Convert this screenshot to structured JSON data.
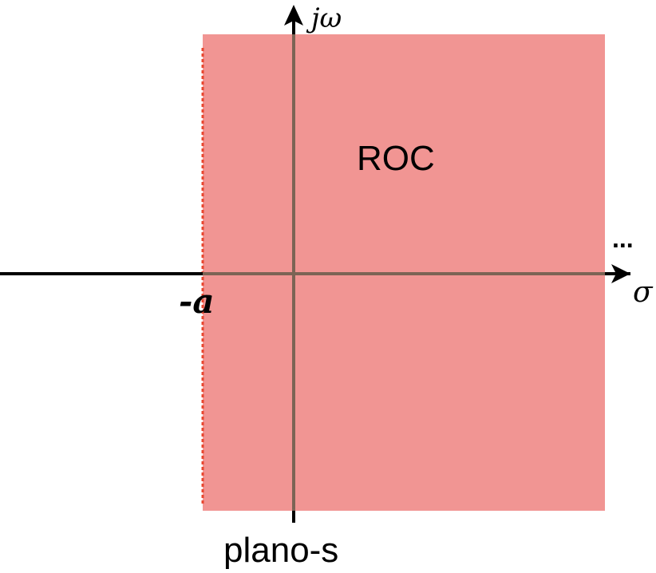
{
  "colors": {
    "region_fill": "#f19593",
    "boundary": "#e8452e",
    "axis": "#000000",
    "axis_over_region": "#7c6455",
    "text": "#000000"
  },
  "labels": {
    "roc": "ROC",
    "vertical_axis": "jω",
    "horizontal_axis": "σ",
    "boundary_point": "-a",
    "ellipsis": "...",
    "plane": "plano-s"
  },
  "region": {
    "description_side": "right of boundary",
    "boundary_style": "dotted"
  }
}
